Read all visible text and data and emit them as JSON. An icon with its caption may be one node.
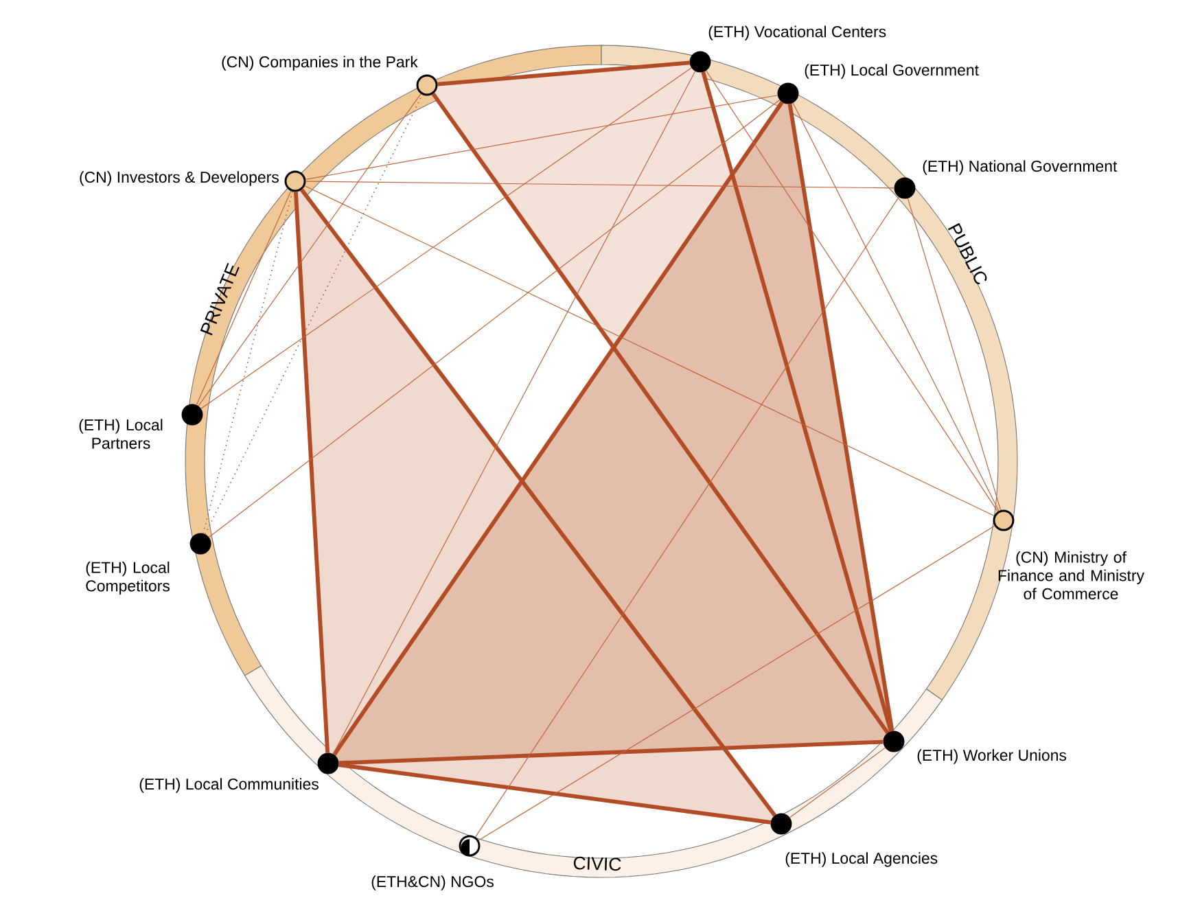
{
  "diagram": {
    "nodes": [
      {
        "text": [
          "(ETH) Vocational Centers"
        ]
      },
      {
        "text": [
          "(CN) Companies in the Park"
        ]
      },
      {
        "text": [
          "(ETH) Local Government"
        ]
      },
      {
        "text": [
          "(CN) Investors & Developers"
        ]
      },
      {
        "text": [
          "(ETH) National Government"
        ]
      },
      {
        "text": [
          "(ETH) Local Partners"
        ]
      },
      {
        "text": [
          "(CN) Ministry of Finance and Ministry of Commerce"
        ]
      },
      {
        "text": [
          "(ETH) Local Competitors"
        ]
      },
      {
        "text": [
          "(ETH) Worker Unions"
        ]
      },
      {
        "text": [
          "(ETH) Local Communities"
        ]
      },
      {
        "text": [
          "(ETH) Local Agencies"
        ]
      },
      {
        "text": [
          "(ETH&CN) NGOs"
        ]
      }
    ],
    "edges": [
      {
        "from": 1,
        "to": 0,
        "arrow": "none",
        "style": "thick"
      },
      {
        "from": 1,
        "to": 8,
        "arrow": "none",
        "style": "thick"
      },
      {
        "from": 0,
        "to": 8,
        "arrow": "none",
        "style": "thick"
      },
      {
        "from": 2,
        "to": 8,
        "arrow": "none",
        "style": "thick"
      },
      {
        "from": 2,
        "to": 9,
        "arrow": "none",
        "style": "thick"
      },
      {
        "from": 3,
        "to": 9,
        "arrow": "none",
        "style": "thick"
      },
      {
        "from": 3,
        "to": 10,
        "arrow": "none",
        "style": "thick"
      },
      {
        "from": 9,
        "to": 8,
        "arrow": "none",
        "style": "thick"
      },
      {
        "from": 9,
        "to": 10,
        "arrow": "none",
        "style": "thick"
      },
      {
        "from": 0,
        "to": 9,
        "arrow": "none"
      },
      {
        "from": 3,
        "to": 2,
        "arrow": "none"
      },
      {
        "from": 3,
        "to": 4,
        "arrow": "none"
      },
      {
        "from": 3,
        "to": 6,
        "arrow": "none"
      },
      {
        "from": 5,
        "to": 3,
        "arrow": "none"
      },
      {
        "from": 5,
        "to": 1,
        "arrow": "none"
      },
      {
        "from": 5,
        "to": 0,
        "arrow": "none"
      },
      {
        "from": 7,
        "to": 3,
        "arrow": "none",
        "style": "dashed"
      },
      {
        "from": 7,
        "to": 1,
        "arrow": "none",
        "style": "dashed"
      },
      {
        "from": 7,
        "to": 2,
        "arrow": "none"
      },
      {
        "from": 4,
        "to": 11,
        "arrow": "none"
      },
      {
        "from": 6,
        "to": 11,
        "arrow": "none"
      },
      {
        "from": 0,
        "to": 6,
        "arrow": "none"
      },
      {
        "from": 2,
        "to": 6,
        "arrow": "none"
      },
      {
        "from": 4,
        "to": 6,
        "arrow": "none"
      },
      {
        "from": 10,
        "to": 8,
        "arrow": "none"
      }
    ],
    "labels": [
      "PRIVATE",
      "PUBLIC",
      "CIVIC"
    ]
  }
}
